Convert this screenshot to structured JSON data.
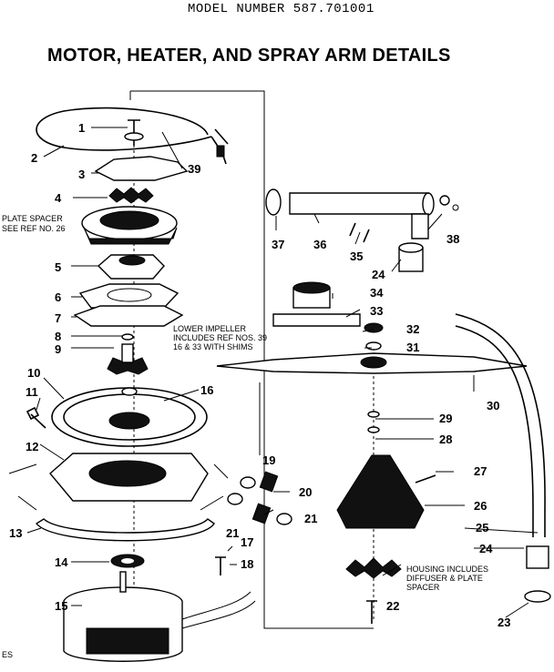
{
  "header": {
    "model": "MODEL NUMBER 587.701001",
    "title": "MOTOR, HEATER, AND SPRAY ARM DETAILS"
  },
  "notes": {
    "plate_spacer": [
      "PLATE SPACER",
      "SEE REF NO. 26"
    ],
    "lower_impeller": [
      "LOWER IMPELLER",
      "INCLUDES REF NOS. 39",
      "16 & 33 WITH SHIMS"
    ],
    "housing": [
      "HOUSING INCLUDES",
      "DIFFUSER & PLATE",
      "SPACER"
    ],
    "corner": "ES"
  },
  "callouts": [
    "1",
    "2",
    "3",
    "4",
    "5",
    "6",
    "7",
    "8",
    "9",
    "10",
    "11",
    "12",
    "13",
    "14",
    "15",
    "16",
    "17",
    "18",
    "19",
    "20",
    "21",
    "21",
    "22",
    "23",
    "24",
    "24",
    "25",
    "26",
    "27",
    "28",
    "29",
    "30",
    "31",
    "32",
    "33",
    "34",
    "35",
    "36",
    "37",
    "38",
    "39"
  ]
}
